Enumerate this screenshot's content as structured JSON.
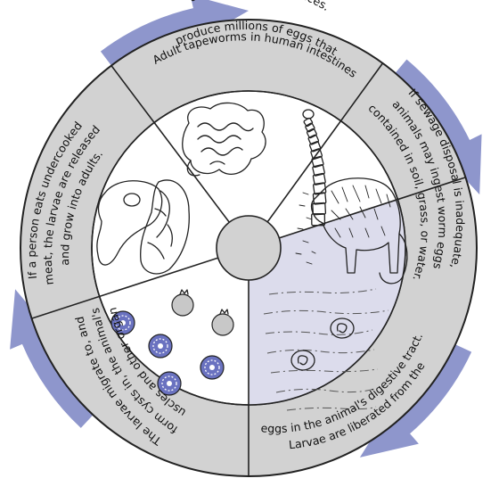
{
  "colors": {
    "arrow": "#8e96cc",
    "ring": "#d2d2d2",
    "outline": "#222222",
    "hub": "#d2d2d2",
    "larva_panel": "#dcdcec",
    "cyst": "#6a72c0"
  },
  "stages": [
    {
      "id": "tapeworm-eggs",
      "lines": [
        "Adult tapeworms in human intestines",
        "produce millions of eggs that",
        "are passed out in faeces."
      ],
      "icon": "intestines-and-tapeworm"
    },
    {
      "id": "animal-ingests",
      "lines": [
        "If sewage disposal is inadequate,",
        "animals may ingest worm eggs",
        "contained in soil, grass, or water."
      ],
      "icon": "grazing-cow"
    },
    {
      "id": "larvae-liberated",
      "lines": [
        "Larvae are liberated from the",
        "eggs in the animal's digestive tract."
      ],
      "icon": "gut-larvae"
    },
    {
      "id": "larvae-cysts",
      "lines": [
        "The larvae migrate to, and",
        "form cysts in, the animal's",
        "muscles and other organs."
      ],
      "icon": "cysts"
    },
    {
      "id": "human-eats",
      "lines": [
        "If a person eats undercooked",
        "meat, the larvae are released",
        "and grow into adults."
      ],
      "icon": "meat"
    }
  ]
}
